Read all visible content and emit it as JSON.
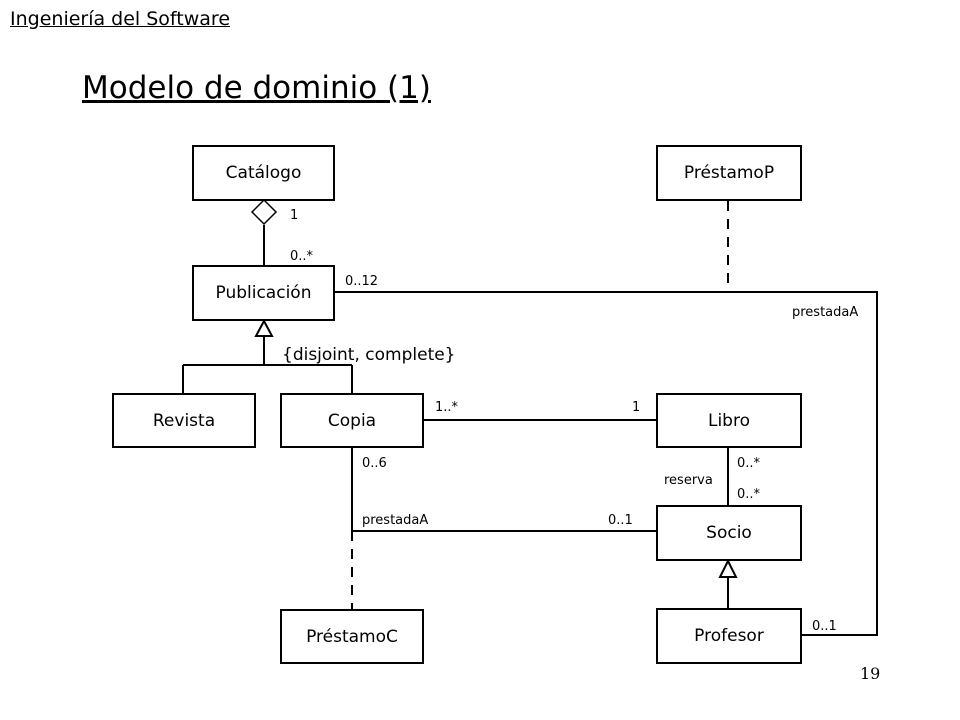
{
  "header": "Ingeniería del Software",
  "title": "Modelo de dominio (1)",
  "page_number": "19",
  "classes": {
    "catalogo": "Catálogo",
    "prestamop": "PréstamoP",
    "publicacion": "Publicación",
    "revista": "Revista",
    "copia": "Copia",
    "libro": "Libro",
    "socio": "Socio",
    "prestamoc": "PréstamoC",
    "profesor": "Profesor"
  },
  "labels": {
    "cat_pub_one": "1",
    "cat_pub_many": "0..*",
    "pub_prest_mult": "0..12",
    "prestadaA_pub": "prestadaA",
    "constraint": "{disjoint, complete}",
    "copia_libro_left": "1..*",
    "copia_libro_right": "1",
    "copia_socio_top": "0..6",
    "prestadaA_copia": "prestadaA",
    "socio_mult": "0..1",
    "libro_socio_top": "0..*",
    "reserva": "reserva",
    "libro_socio_bottom": "0..*",
    "profesor_mult": "0..1"
  }
}
